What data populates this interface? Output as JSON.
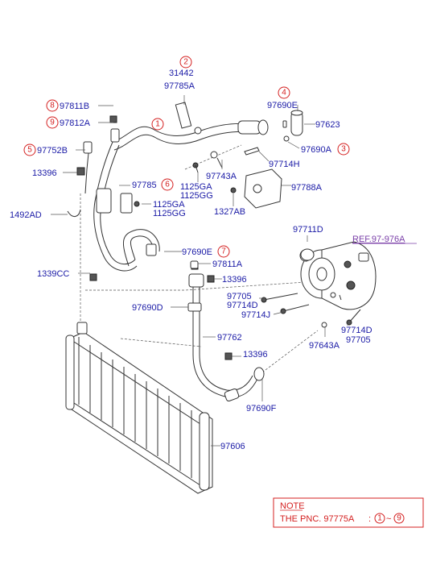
{
  "labels": {
    "p31442": "31442",
    "p97785A": "97785A",
    "p97811B": "97811B",
    "p97812A": "97812A",
    "p97752B": "97752B",
    "p13396a": "13396",
    "p1492AD": "1492AD",
    "p97785": "97785",
    "p1125GAa": "1125GA",
    "p1125GGa": "1125GG",
    "p1125GAb": "1125GA",
    "p1125GGb": "1125GG",
    "p97743A": "97743A",
    "p97714H": "97714H",
    "p97690E": "97690E",
    "p97623": "97623",
    "p97690A": "97690A",
    "p97788A": "97788A",
    "p1327AB": "1327AB",
    "p97690E2": "97690E",
    "p97711D": "97711D",
    "pREF": "REF.97-976A",
    "p1339CC": "1339CC",
    "p97811A": "97811A",
    "p13396b": "13396",
    "p97705a": "97705",
    "p97714Da": "97714D",
    "p97714J": "97714J",
    "p97690D": "97690D",
    "p97714Db": "97714D",
    "p97705b": "97705",
    "p97643A": "97643A",
    "p97762": "97762",
    "p13396c": "13396",
    "p97690F": "97690F",
    "p97606": "97606"
  },
  "callouts": {
    "c1": "1",
    "c2": "2",
    "c3": "3",
    "c4": "4",
    "c5": "5",
    "c6": "6",
    "c7": "7",
    "c8": "8",
    "c9": "9"
  },
  "note": {
    "title": "NOTE",
    "text": "THE PNC. 97775A",
    "colon": ":",
    "range_start": "1",
    "tilde": "~",
    "range_end": "9"
  },
  "colors": {
    "label": "#1a1aa6",
    "callout": "#d42020",
    "reference": "#7a3fa8",
    "line_art": "#333333"
  }
}
